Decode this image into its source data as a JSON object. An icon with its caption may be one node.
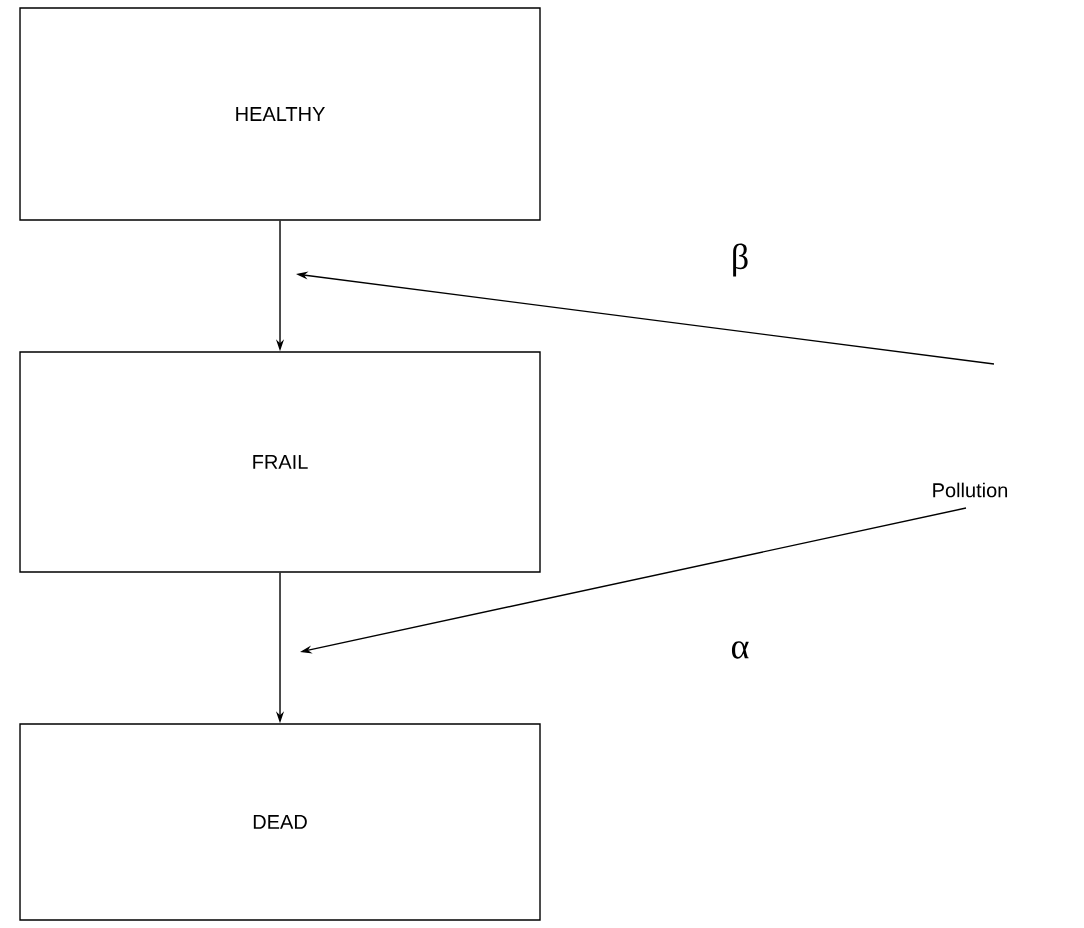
{
  "diagram": {
    "nodes": [
      {
        "text": [
          "HEALTHY"
        ]
      },
      {
        "text": [
          "FRAIL"
        ]
      },
      {
        "text": [
          "DEAD"
        ]
      },
      {
        "text": [
          "Pollution"
        ]
      }
    ],
    "edges": [
      {
        "from": 0,
        "to": 1,
        "arrow": "to"
      },
      {
        "from": 1,
        "to": 2,
        "arrow": "to"
      },
      {
        "from": 3,
        "to": null,
        "arrow": "to",
        "label": "β"
      },
      {
        "from": 3,
        "to": null,
        "arrow": "to",
        "label": "α"
      }
    ]
  }
}
